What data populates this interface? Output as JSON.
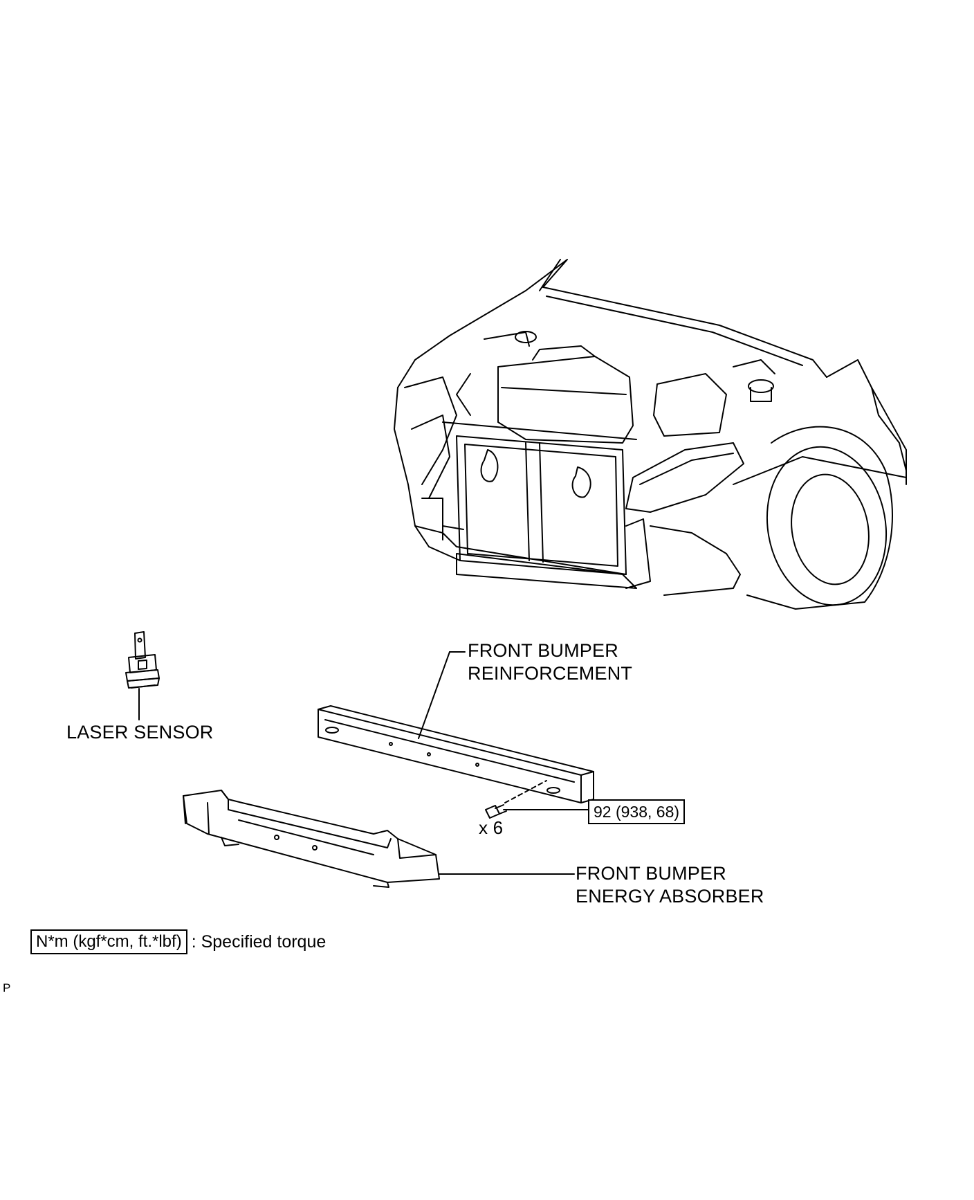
{
  "labels": {
    "front_bumper_reinforcement": [
      "FRONT BUMPER",
      "REINFORCEMENT"
    ],
    "front_bumper_energy_absorber": [
      "FRONT BUMPER",
      "ENERGY ABSORBER"
    ],
    "laser_sensor": "LASER SENSOR",
    "bolt_quantity": "x 6"
  },
  "torque": {
    "value": "92 (938, 68)"
  },
  "legend": {
    "unit_box": "N*m (kgf*cm, ft.*lbf)",
    "description": ": Specified torque"
  },
  "corner_mark": "P"
}
